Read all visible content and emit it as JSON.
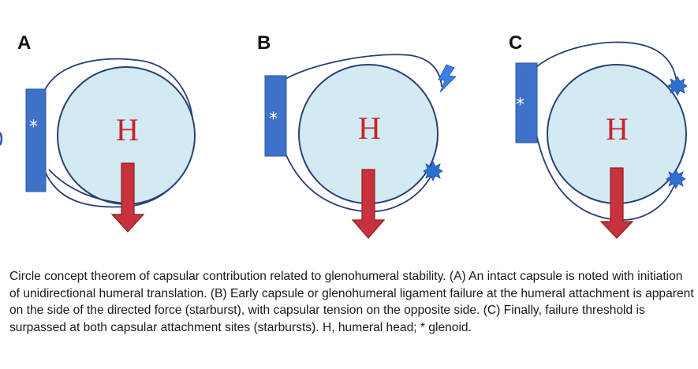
{
  "figure": {
    "panels": [
      {
        "letter": "A",
        "head_label": "H",
        "glenoid_mark": "*"
      },
      {
        "letter": "B",
        "head_label": "H",
        "glenoid_mark": "*"
      },
      {
        "letter": "C",
        "head_label": "H",
        "glenoid_mark": "*"
      }
    ],
    "icons": {
      "directed_force": "lightning-bolt-icon",
      "failure_site": "starburst-icon",
      "translation": "down-arrow-icon"
    },
    "colors": {
      "humeral_head_fill": "#d3eaf3",
      "outline": "#2b3f77",
      "glenoid": "#3d72c8",
      "arrow": "#c8323c",
      "head_label": "#c8232c",
      "starburst": "#2f6fd0"
    }
  },
  "caption": "Circle concept theorem of capsular contribution related to glenohumeral stability. (A) An intact capsule is noted with initiation of unidirectional humeral translation. (B) Early capsule or glenohumeral ligament failure at the humeral attachment is apparent on the side of the directed force (starburst), with capsular tension on the opposite side. (C) Finally, failure threshold is surpassed at both capsular attachment sites (starbursts). H, humeral head; * glenoid."
}
